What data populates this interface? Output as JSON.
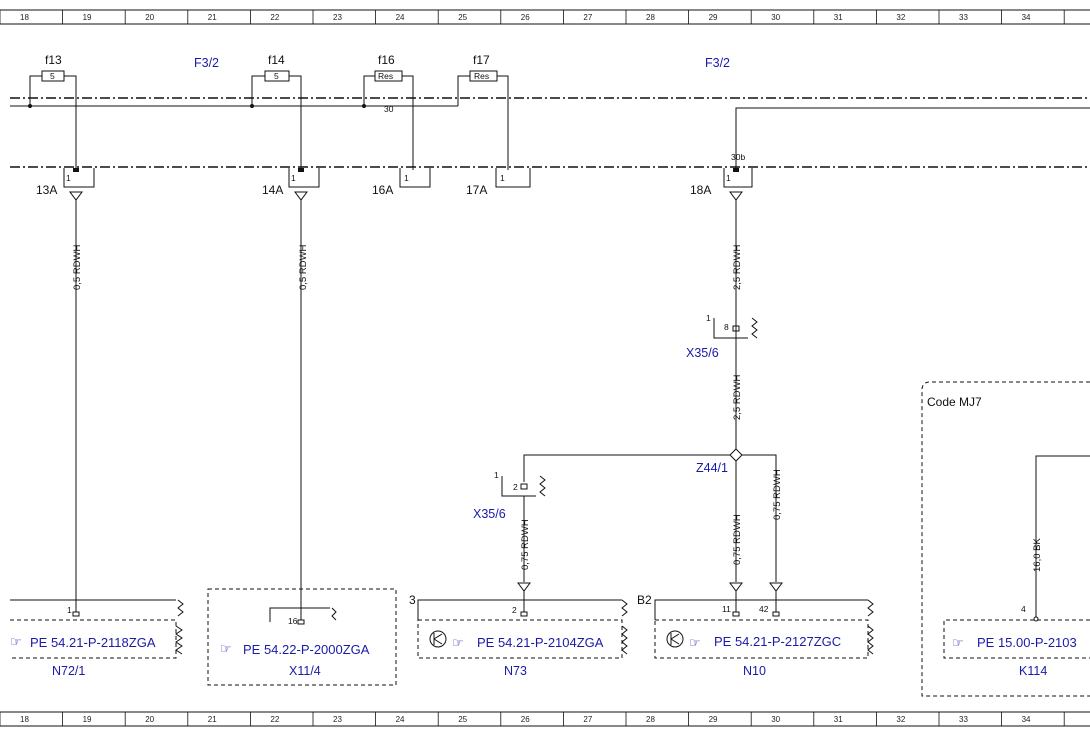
{
  "grid_columns": [
    "18",
    "19",
    "20",
    "21",
    "22",
    "23",
    "24",
    "25",
    "26",
    "27",
    "28",
    "29",
    "30",
    "31",
    "32",
    "33",
    "34"
  ],
  "bus_labels": [
    "F3/2",
    "F3/2"
  ],
  "fuses": [
    {
      "name": "f13",
      "value": "5"
    },
    {
      "name": "f14",
      "value": "5"
    },
    {
      "name": "f16",
      "value": "Res"
    },
    {
      "name": "f17",
      "value": "Res"
    }
  ],
  "terminals": {
    "t30": "30",
    "t30b": "30b"
  },
  "fuse_outputs": [
    {
      "label": "13A",
      "pin": "1"
    },
    {
      "label": "14A",
      "pin": "1"
    },
    {
      "label": "16A",
      "pin": "1"
    },
    {
      "label": "17A",
      "pin": "1"
    },
    {
      "label": "18A",
      "pin": "1"
    }
  ],
  "wires": {
    "w13": "0,5 RDWH",
    "w14": "0,5 RDWH",
    "w18a": "2,5 RDWH",
    "w18b": "2,5 RDWH",
    "wN73": "0,75 RDWH",
    "wN10a": "0,75 RDWH",
    "wN10b": "0,75 RDWH",
    "wK114": "16,0 BK"
  },
  "connectors": {
    "x35_upper": {
      "name": "X35/6",
      "pin": "8",
      "side": "1"
    },
    "x35_lower": {
      "name": "X35/6",
      "pin": "2",
      "side": "1"
    },
    "splice": "Z44/1"
  },
  "code_box": "Code MJ7",
  "components": [
    {
      "name": "N72/1",
      "ref": "PE 54.21-P-2118ZGA",
      "pin": "1",
      "corner": ""
    },
    {
      "name": "X11/4",
      "ref": "PE 54.22-P-2000ZGA",
      "pin": "16",
      "corner": ""
    },
    {
      "name": "N73",
      "ref": "PE 54.21-P-2104ZGA",
      "pin": "2",
      "corner": "3"
    },
    {
      "name": "N10",
      "ref": "PE 54.21-P-2127ZGC",
      "pin": "11",
      "pin2": "42",
      "corner": "B2"
    },
    {
      "name": "K114",
      "ref": "PE 15.00-P-2103",
      "pin": "4",
      "corner": ""
    }
  ],
  "glyphs": {
    "hand": "☞",
    "transistor": "⊗"
  }
}
